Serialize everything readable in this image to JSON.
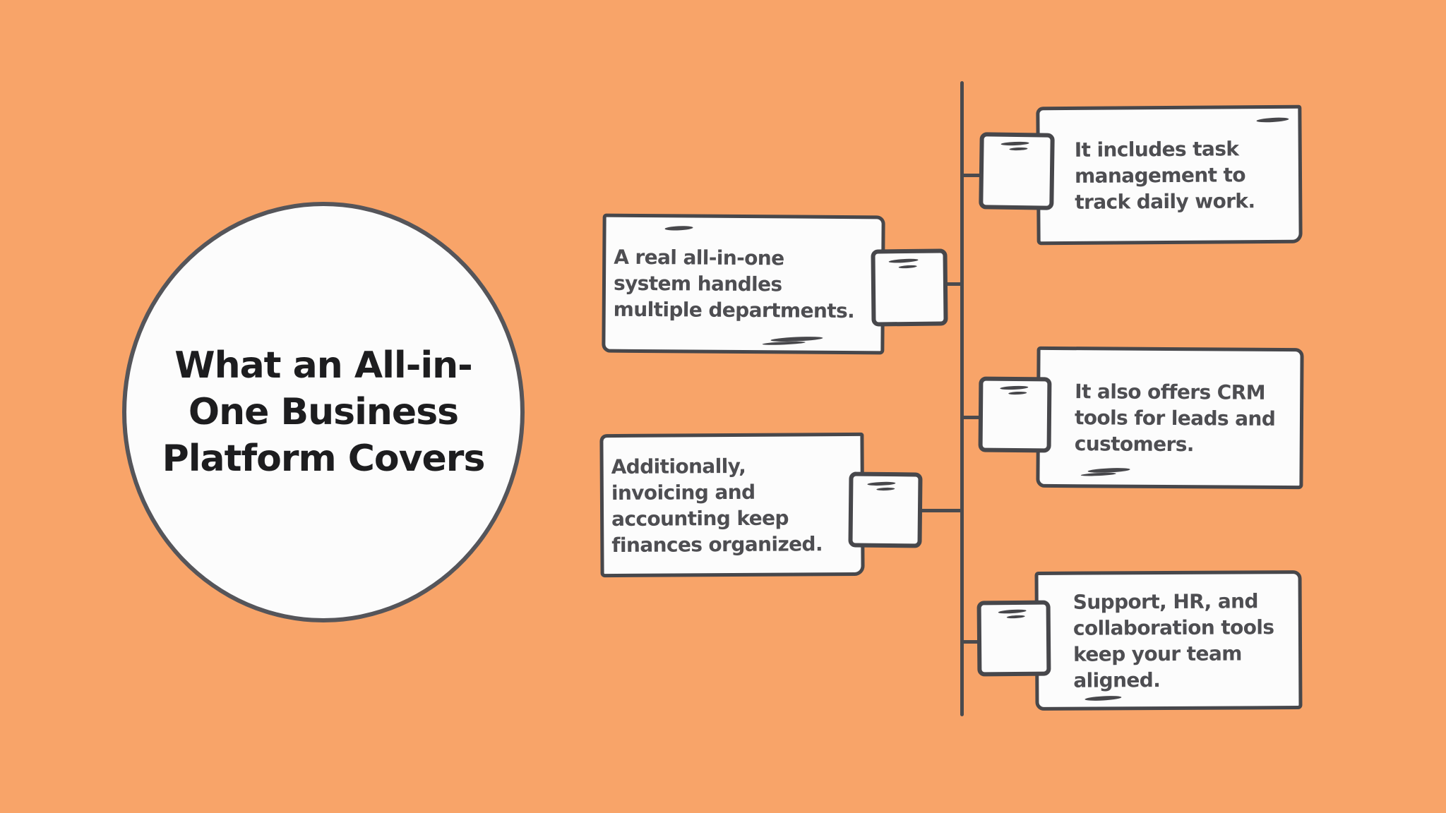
{
  "colors": {
    "background": "#F8A469",
    "card_fill": "#FCFCFC",
    "stroke": "#47474B",
    "circle_stroke": "#55555A",
    "title_color": "#1D1D1F",
    "body_color": "#4E4E52"
  },
  "center": {
    "title": "What an All-in-\nOne Business\nPlatform Covers"
  },
  "nodes": {
    "task": "It includes task\nmanagement to\ntrack daily work.",
    "departments": "A real all-in-one\nsystem handles\nmultiple departments.",
    "crm": "It also offers CRM\ntools for leads and\ncustomers.",
    "invoicing": "Additionally,\ninvoicing and\naccounting keep\nfinances organized.",
    "support": "Support, HR, and\ncollaboration tools\nkeep your team\naligned."
  }
}
